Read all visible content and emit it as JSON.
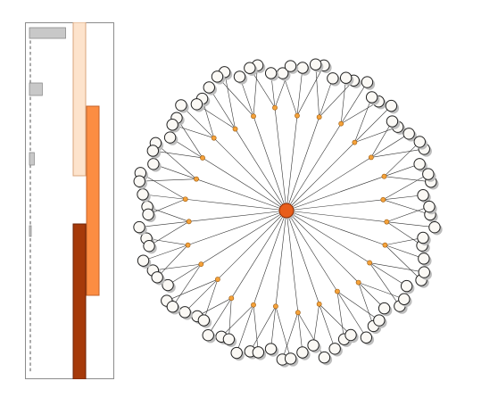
{
  "colors": {
    "panel_border": "#8c8c8c",
    "gray_bar": "#c8c8c8",
    "gray_bar_stroke": "#8a8a8a",
    "bar_light": "#fde3cc",
    "bar_light_stroke": "#d9a67c",
    "bar_mid": "#fc8d42",
    "bar_mid_stroke": "#c4622a",
    "bar_dark": "#a63a0a",
    "bar_dark_stroke": "#6b2205",
    "hub_fill": "#e85d1a",
    "hub_stroke": "#8a2e05",
    "branch_fill": "#f5a23a",
    "branch_stroke": "#9a5a10",
    "leaf_fill": "#fbf9f5",
    "leaf_stroke": "#222222",
    "edge": "#333333",
    "shadow": "#bdbdbd"
  },
  "side_panel": {
    "gray_bars": [
      {
        "start": 0.01,
        "end": 0.04,
        "value": 0.45
      },
      {
        "start": 0.165,
        "end": 0.2,
        "value": 0.16
      },
      {
        "start": 0.36,
        "end": 0.395,
        "value": 0.06
      },
      {
        "start": 0.565,
        "end": 0.595,
        "value": 0.02
      }
    ],
    "tick_count": 60,
    "bars": [
      {
        "name": "bar-light",
        "start": 0.0,
        "end": 0.43,
        "column": 0,
        "tone": "light"
      },
      {
        "name": "bar-mid",
        "start": 0.235,
        "end": 0.765,
        "column": 1,
        "tone": "mid"
      },
      {
        "name": "bar-dark",
        "start": 0.565,
        "end": 1.0,
        "column": 0,
        "tone": "dark"
      }
    ]
  },
  "radial_tree": {
    "branch_count": 28,
    "leaves_per_branch": 3
  }
}
